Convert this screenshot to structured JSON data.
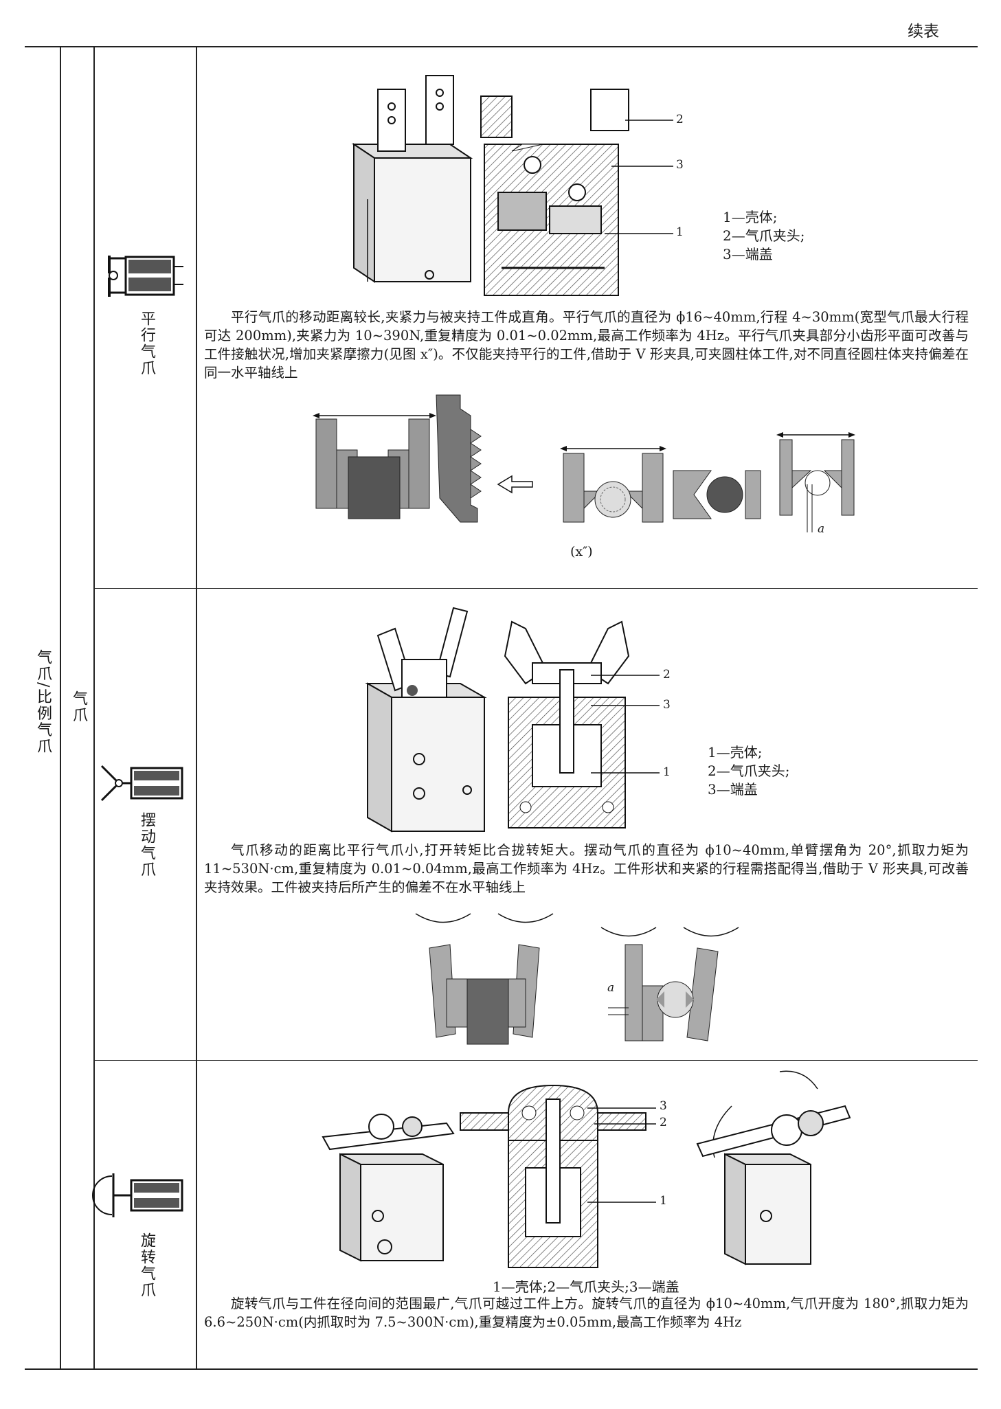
{
  "header": {
    "continued_label": "续表"
  },
  "category": {
    "main": "气爪/比例气爪",
    "sub": "气爪"
  },
  "rows": [
    {
      "name": "平行气爪",
      "legend": [
        "1—壳体;",
        "2—气爪夹头;",
        "3—端盖"
      ],
      "callouts": [
        "1",
        "2",
        "3"
      ],
      "description": "平行气爪的移动距离较长,夹紧力与被夹持工件成直角。平行气爪的直径为 ϕ16~40mm,行程 4~30mm(宽型气爪最大行程可达 200mm),夹紧力为 10~390N,重复精度为 0.01~0.02mm,最高工作频率为 4Hz。平行气爪夹具部分小齿形平面可改善与工件接触状况,增加夹紧摩擦力(见图 x″)。不仅能夹持平行的工件,借助于 V 形夹具,可夹圆柱体工件,对不同直径圆柱体夹持偏差在同一水平轴线上",
      "figure_caption": "(x″)",
      "offset_label": "a"
    },
    {
      "name": "摆动气爪",
      "legend": [
        "1—壳体;",
        "2—气爪夹头;",
        "3—端盖"
      ],
      "callouts": [
        "1",
        "2",
        "3"
      ],
      "description": "气爪移动的距离比平行气爪小,打开转矩比合拢转矩大。摆动气爪的直径为 ϕ10~40mm,单臂摆角为 20°,抓取力矩为 11~530N·cm,重复精度为 0.01~0.04mm,最高工作频率为 4Hz。工件形状和夹紧的行程需搭配得当,借助于 V 形夹具,可改善夹持效果。工件被夹持后所产生的偏差不在水平轴线上",
      "offset_label": "a"
    },
    {
      "name": "旋转气爪",
      "legend_inline": "1—壳体;2—气爪夹头;3—端盖",
      "callouts": [
        "1",
        "2",
        "3"
      ],
      "description": "旋转气爪与工件在径向间的范围最广,气爪可越过工件上方。旋转气爪的直径为 ϕ10~40mm,气爪开度为 180°,抓取力矩为 6.6~250N·cm(内抓取时为 7.5~300N·cm),重复精度为±0.05mm,最高工作频率为 4Hz"
    }
  ]
}
